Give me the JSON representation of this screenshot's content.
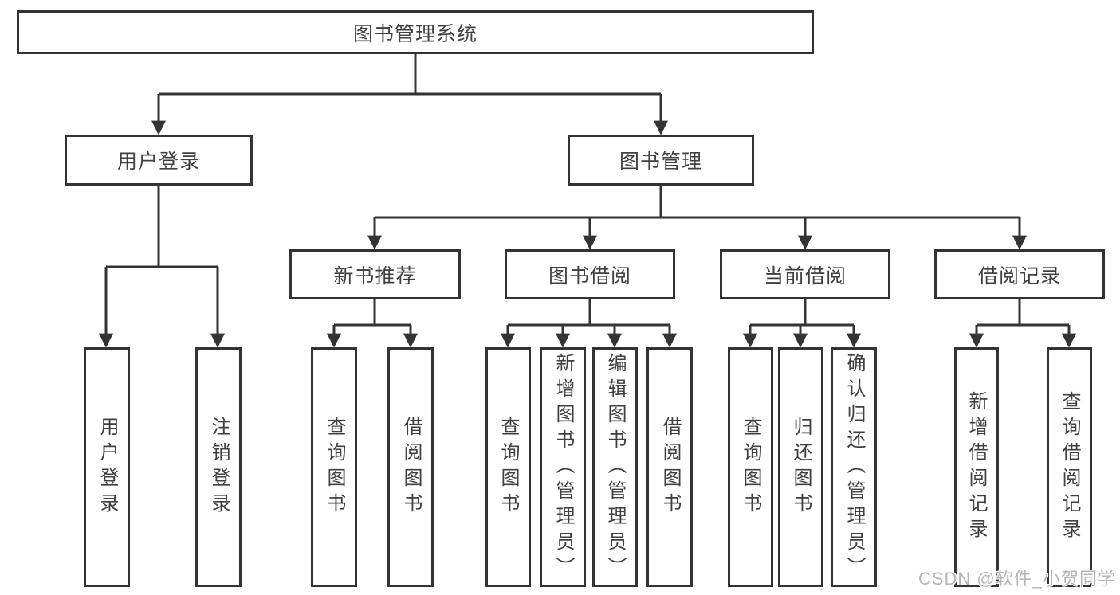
{
  "tree": {
    "root": {
      "label": "图书管理系统"
    },
    "user_login": {
      "label": "用户登录",
      "children": [
        {
          "label": "用户登录"
        },
        {
          "label": "注销登录"
        }
      ]
    },
    "book_management": {
      "label": "图书管理",
      "sections": [
        {
          "label": "新书推荐",
          "children": [
            {
              "label": "查询图书"
            },
            {
              "label": "借阅图书"
            }
          ]
        },
        {
          "label": "图书借阅",
          "children": [
            {
              "label": "查询图书"
            },
            {
              "label": "新增图书（管理员）"
            },
            {
              "label": "编辑图书（管理员）"
            },
            {
              "label": "借阅图书"
            }
          ]
        },
        {
          "label": "当前借阅",
          "children": [
            {
              "label": "查询图书"
            },
            {
              "label": "归还图书"
            },
            {
              "label": "确认归还（管理员）"
            }
          ]
        },
        {
          "label": "借阅记录",
          "children": [
            {
              "label": "新增借阅记录"
            },
            {
              "label": "查询借阅记录"
            }
          ]
        }
      ]
    }
  },
  "watermark": {
    "text": "CSDN @软件_小贺同学"
  },
  "colors": {
    "line": "#333333",
    "text": "#404040",
    "box_background": "#ffffff",
    "page_background": "#ffffff",
    "watermark": "#b3b6bb"
  }
}
